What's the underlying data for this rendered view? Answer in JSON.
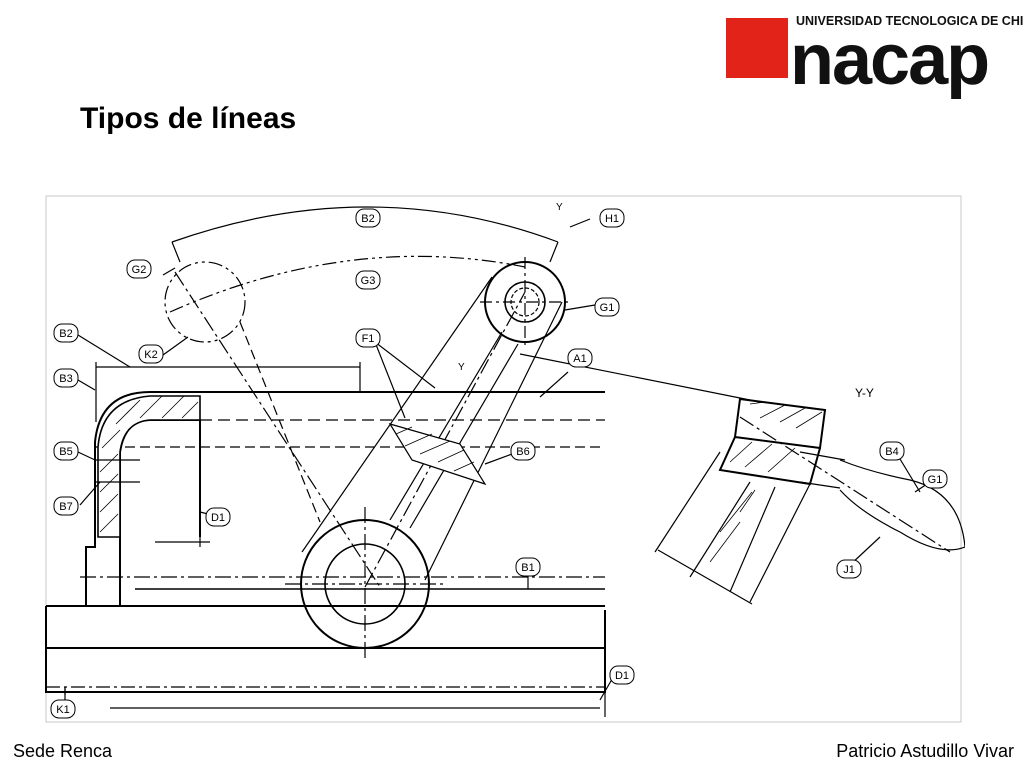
{
  "logo": {
    "university": "UNIVERSIDAD TECNOLOGICA DE CHILE",
    "word": "nacap"
  },
  "slide": {
    "title": "Tipos de líneas"
  },
  "drawing": {
    "section_label": "Y-Y",
    "section_mark": "Y",
    "callouts": [
      "B2",
      "G2",
      "G3",
      "H1",
      "G1",
      "B2",
      "K2",
      "F1",
      "A1",
      "B3",
      "B5",
      "B6",
      "B7",
      "D1",
      "B4",
      "G1",
      "J1",
      "B1",
      "D1",
      "K1"
    ]
  },
  "footer": {
    "left": "Sede Renca",
    "right": "Patricio Astudillo Vivar"
  },
  "colors": {
    "brand_red": "#e2231a",
    "ink": "#000000"
  }
}
